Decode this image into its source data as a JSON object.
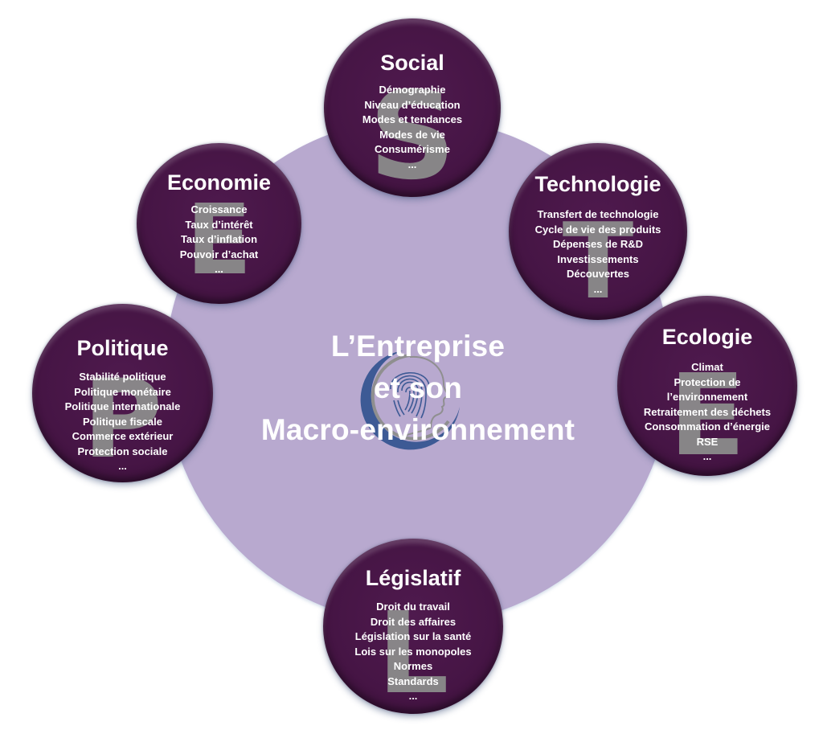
{
  "diagram": {
    "type": "PESTEL",
    "center": {
      "lines": [
        "L’Entreprise",
        "et son",
        "Macro-environnement"
      ],
      "logo_icon": "fingerprint-head-logo",
      "color": "#b8a9cf"
    },
    "node_color": "#461545",
    "letter_color": "#8c8c8c",
    "nodes": [
      {
        "id": "social",
        "letter": "S",
        "title": "Social",
        "items": [
          "Démographie",
          "Niveau d’éducation",
          "Modes et tendances",
          "Modes de vie",
          "Consumérisme",
          "..."
        ]
      },
      {
        "id": "economie",
        "letter": "E",
        "title": "Economie",
        "items": [
          "Croissance",
          "Taux d’intérêt",
          "Taux d’inflation",
          "Pouvoir d’achat",
          "..."
        ]
      },
      {
        "id": "technologie",
        "letter": "T",
        "title": "Technologie",
        "items": [
          "Transfert de technologie",
          "Cycle de vie des produits",
          "Dépenses de R&D",
          "Investissements",
          "Découvertes",
          "..."
        ]
      },
      {
        "id": "politique",
        "letter": "P",
        "title": "Politique",
        "items": [
          "Stabilité politique",
          "Politique monétaire",
          "Politique internationale",
          "Politique fiscale",
          "Commerce extérieur",
          "Protection sociale",
          "..."
        ]
      },
      {
        "id": "ecologie",
        "letter": "E",
        "title": "Ecologie",
        "items": [
          "Climat",
          "Protection de",
          "l’environnement",
          "Retraitement des déchets",
          "Consommation d’énergie",
          "RSE",
          "..."
        ]
      },
      {
        "id": "legislatif",
        "letter": "L",
        "title": "Législatif",
        "items": [
          "Droit du travail",
          "Droit des affaires",
          "Législation sur la santé",
          "Lois sur les monopoles",
          "Normes",
          "Standards",
          "..."
        ]
      }
    ]
  }
}
